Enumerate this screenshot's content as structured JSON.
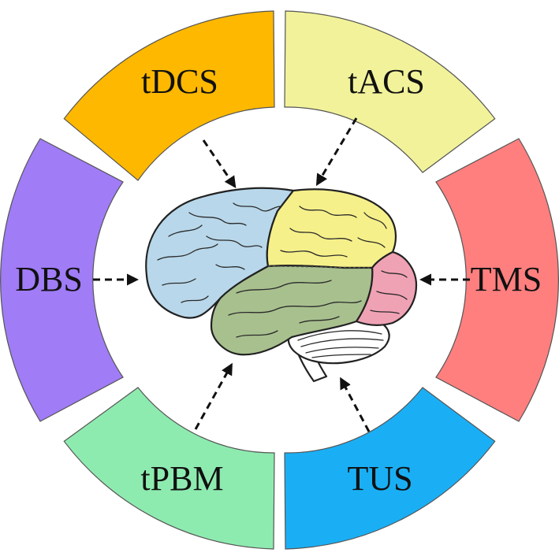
{
  "segments": [
    {
      "id": "tdcs",
      "label": "tDCS",
      "color": "#FFB800"
    },
    {
      "id": "tacs",
      "label": "tACS",
      "color": "#F2F29A"
    },
    {
      "id": "tms",
      "label": "TMS",
      "color": "#FF7F7F"
    },
    {
      "id": "tus",
      "label": "TUS",
      "color": "#1AAFF5"
    },
    {
      "id": "tpbm",
      "label": "tPBM",
      "color": "#8EEBB0"
    },
    {
      "id": "dbs",
      "label": "DBS",
      "color": "#A07CF7"
    }
  ],
  "brain": {
    "frontal_color": "#B8D7EA",
    "parietal_color": "#F6F08A",
    "occipital_color": "#F0A2B5",
    "temporal_color": "#A8C08E",
    "cerebellum_color": "#FFFFFF",
    "brainstem_color": "#FFFFFF"
  }
}
